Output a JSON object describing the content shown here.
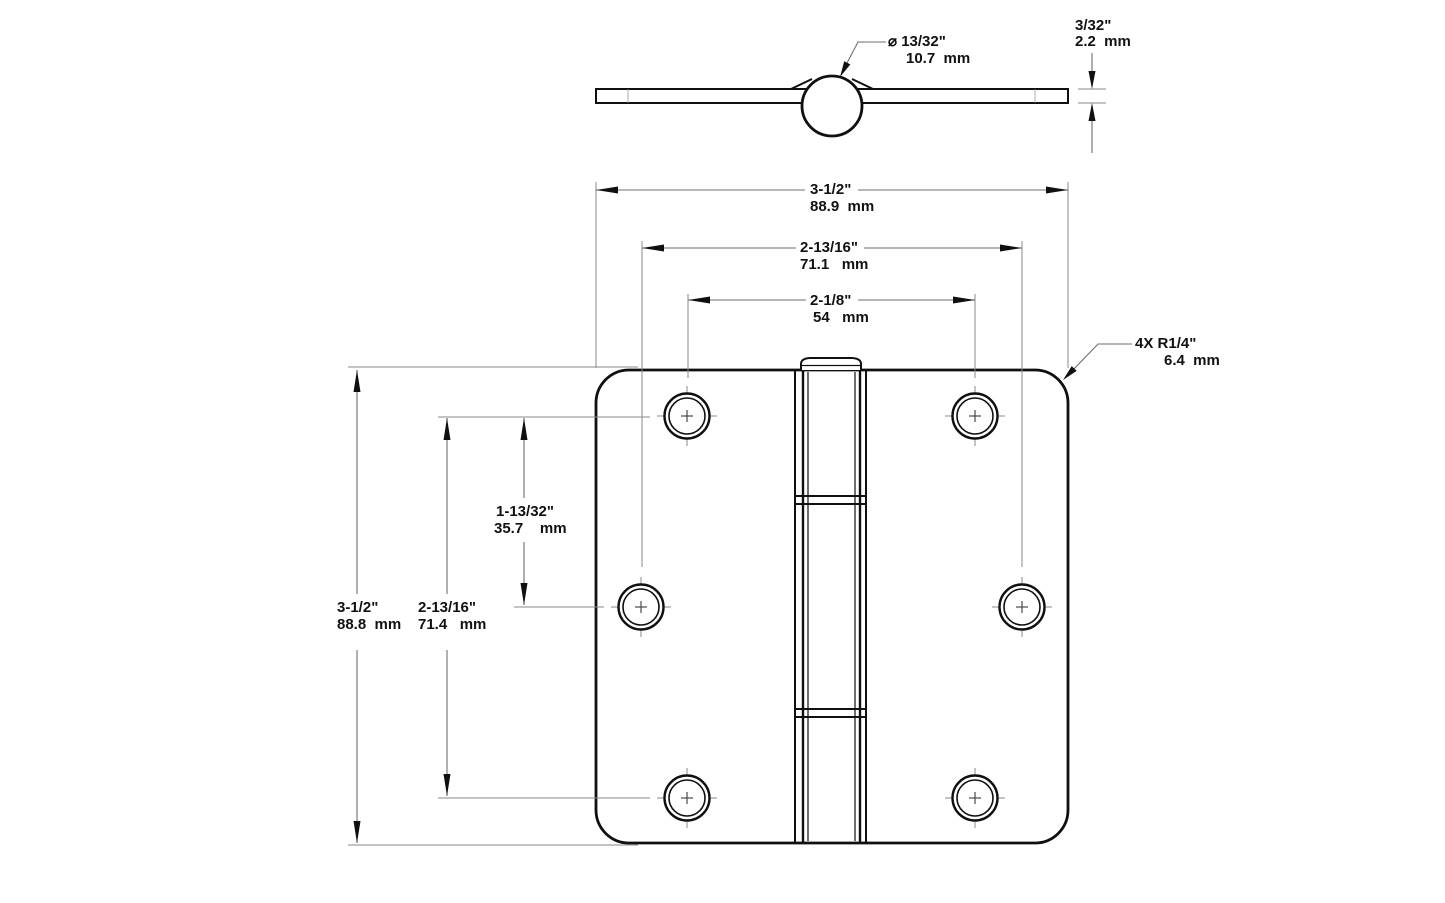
{
  "drawing": {
    "type": "door-hinge-dimensioned-drawing",
    "colors": {
      "line": "#101010",
      "dimension_line": "#6e6e6e",
      "background": "#ffffff"
    },
    "dims": {
      "pin_diameter": {
        "inch": "⌀ 13/32\"",
        "mm": "10.7  mm"
      },
      "leaf_thickness": {
        "inch": "3/32\"",
        "mm": "2.2  mm"
      },
      "overall_width": {
        "inch": "3-1/2\"",
        "mm": "88.9  mm"
      },
      "hole_span_wide": {
        "inch": "2-13/16\"",
        "mm": "71.1   mm"
      },
      "hole_span_narrow": {
        "inch": "2-1/8\"",
        "mm": "54   mm"
      },
      "corner_radius": {
        "inch": "4X R1/4\"",
        "mm": "6.4  mm"
      },
      "overall_height": {
        "inch": "3-1/2\"",
        "mm": "88.8  mm"
      },
      "hole_span_vertical": {
        "inch": "2-13/16\"",
        "mm": "71.4   mm"
      },
      "hole_offset_vertical": {
        "inch": "1-13/32\"",
        "mm": "35.7    mm"
      }
    }
  }
}
